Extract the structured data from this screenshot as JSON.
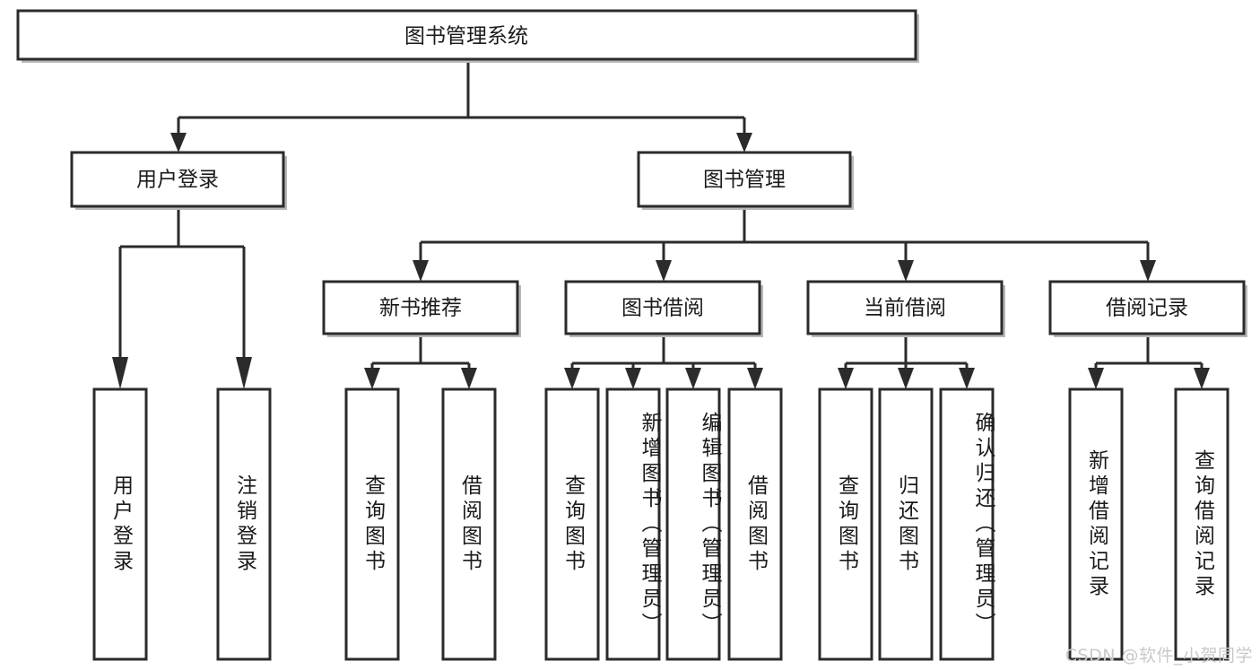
{
  "diagram": {
    "title": "图书管理系统",
    "type": "tree-hierarchy-chart",
    "root": {
      "id": "root",
      "label": "图书管理系统"
    },
    "level2": [
      {
        "id": "user-login",
        "label": "用户登录"
      },
      {
        "id": "book-manage",
        "label": "图书管理"
      }
    ],
    "level3": [
      {
        "id": "new-book-recommend",
        "label": "新书推荐",
        "parent": "book-manage"
      },
      {
        "id": "book-borrow",
        "label": "图书借阅",
        "parent": "book-manage"
      },
      {
        "id": "current-borrow",
        "label": "当前借阅",
        "parent": "book-manage"
      },
      {
        "id": "borrow-record",
        "label": "借阅记录",
        "parent": "book-manage"
      }
    ],
    "leaves": {
      "user_login": [
        {
          "id": "leaf-user-login",
          "label": "用户登录"
        },
        {
          "id": "leaf-logout",
          "label": "注销登录"
        }
      ],
      "new_book_recommend": [
        {
          "id": "leaf-query-book-1",
          "label": "查询图书"
        },
        {
          "id": "leaf-borrow-book-1",
          "label": "借阅图书"
        }
      ],
      "book_borrow": [
        {
          "id": "leaf-query-book-2",
          "label": "查询图书"
        },
        {
          "id": "leaf-add-book",
          "label": "新增图书（管理员）"
        },
        {
          "id": "leaf-edit-book",
          "label": "编辑图书（管理员）"
        },
        {
          "id": "leaf-borrow-book-2",
          "label": "借阅图书"
        }
      ],
      "current_borrow": [
        {
          "id": "leaf-query-book-3",
          "label": "查询图书"
        },
        {
          "id": "leaf-return-book",
          "label": "归还图书"
        },
        {
          "id": "leaf-confirm-return",
          "label": "确认归还（管理员）"
        }
      ],
      "borrow_record": [
        {
          "id": "leaf-add-record",
          "label": "新增借阅记录"
        },
        {
          "id": "leaf-query-record",
          "label": "查询借阅记录"
        }
      ]
    }
  },
  "watermark": {
    "text": "CSDN @软件_小贺同学"
  },
  "colors": {
    "background": "#ffffff",
    "box_fill": "#ffffff",
    "box_stroke": "#2b2b2b",
    "connector": "#2b2b2b",
    "text": "#1a1a1a",
    "shadow": "#b8b8b8",
    "watermark": "#c9c9c9"
  }
}
